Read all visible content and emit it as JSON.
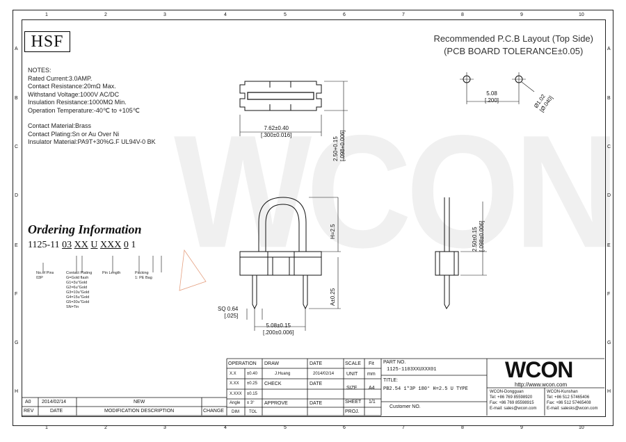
{
  "logo": "HSF",
  "title": [
    "Recommended P.C.B Layout (Top Side)",
    "(PCB BOARD TOLERANCE±0.05)"
  ],
  "notes": [
    "NOTES:",
    "Rated Current:3.0AMP.",
    "Contact Resistance:20mΩ Max.",
    "Withstand Voltage:1000V AC/DC",
    "Insulation Resistance:1000MΩ Min.",
    "Operation Temperature:-40℃ to +105℃",
    "",
    "Contact Material:Brass",
    "Contact Plating:Sn or Au Over Ni",
    "Insulator Material:PA9T+30%G.F UL94V-0 BK"
  ],
  "ordering_title": "Ordering Information",
  "part_code": {
    "prefix": "1125-11 ",
    "seg1": "03",
    "seg2": "XX",
    "seg3": "U",
    "seg4": "XXX",
    "seg5": "0",
    "seg6": "1"
  },
  "ordering_labels": {
    "no_of_pins": [
      "No.of Pins",
      "03P"
    ],
    "plating": [
      "Contact Plating",
      "G=Gold flash",
      "G1=3u\"Gold",
      "G2=6u\"Gold",
      "G3=10u\"Gold",
      "G4=15u\"Gold",
      "G5=30u\"Gold",
      "SN=Tin"
    ],
    "pin_length": [
      "Pin Length"
    ],
    "packing": [
      "Packing",
      "1: PE Bag"
    ]
  },
  "dims": {
    "top_width": [
      "7.62±0.40",
      "[.300±0.016]"
    ],
    "top_height": [
      "2.50+0.15",
      "[.098+0.006]"
    ],
    "pitch_pcb": [
      "5.08",
      "[.200]"
    ],
    "hole": [
      "Ø1.02",
      "[Ø.040]"
    ],
    "h": "H=2.5",
    "a": "A±0.25",
    "sq": [
      "SQ 0.64",
      "[.025]"
    ],
    "pitch": [
      "5.08±0.15",
      "[.200±0.006]"
    ],
    "side": [
      "2.50±0.15",
      "[.098±0.006]"
    ]
  },
  "zones_top": [
    "1",
    "2",
    "3",
    "4",
    "5",
    "6",
    "7",
    "8",
    "9",
    "10"
  ],
  "zones_side": [
    "A",
    "B",
    "C",
    "D",
    "E",
    "F",
    "G",
    "H"
  ],
  "title_block": {
    "operation": "OPERATION",
    "draw": "DRAW",
    "date": "DATE",
    "scale": "SCALE",
    "scale_val": "Fit",
    "part_no_label": "PART NO.",
    "part_no": "1125-1103XXUXXX01",
    "drawer": "J.Huang",
    "draw_date": "2014/02/14",
    "unit": "UNIT",
    "unit_val": "mm",
    "check": "CHECK",
    "check_date": "DATE",
    "size": "SIZE",
    "size_val": "A4",
    "title_label": "TITLE:",
    "title_val": "PB2.54 1*3P 180° H=2.5 U TYPE",
    "approve": "APPROVE",
    "approve_date": "DATE",
    "sheet": "SHEET",
    "sheet_val": "1/1",
    "proj": "PROJ.",
    "customer_no": "Customer NO.",
    "tol": [
      [
        "X.X",
        "±0.40"
      ],
      [
        "X.XX",
        "±0.25"
      ],
      [
        "X.XXX",
        "±0.15"
      ],
      [
        "Angle",
        "± 3°"
      ],
      [
        "DIM",
        "TOL"
      ]
    ],
    "rev_row": [
      "A0",
      "2014/02/14",
      "NEW"
    ],
    "rev_header": [
      "REV",
      "DATE",
      "MODIFICATION  DESCRIPTION",
      "CHANGE"
    ],
    "brand": "WCON",
    "website": "http://www.wcon.com",
    "dongguan": [
      "WCON-Dongguan",
      "Tel: +86 769 85598920",
      "Fax: +86 769 85598915",
      "E-mail: sales@wcon.com"
    ],
    "kunshan": [
      "WCON-Kunshan",
      "Tel: +86 512 57465406",
      "Fax: +86 512 57465408",
      "E-mail: salesks@wcon.com"
    ]
  }
}
